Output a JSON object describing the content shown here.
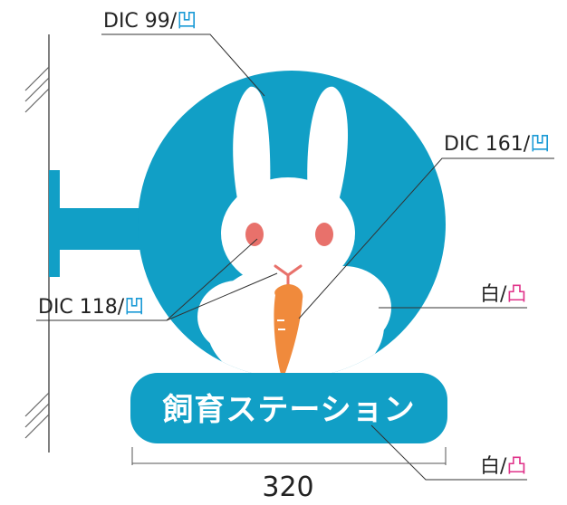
{
  "callouts": {
    "top": {
      "label": "DIC 99/",
      "mark": "凹"
    },
    "right_upper": {
      "label": "DIC 161/",
      "mark": "凹"
    },
    "left": {
      "label": "DIC 118/",
      "mark": "凹"
    },
    "right_middle": {
      "label": "白/",
      "mark": "凸"
    },
    "bottom_right": {
      "label": "白/",
      "mark": "凸"
    }
  },
  "sign": {
    "text": "飼育ステーション"
  },
  "dimension": {
    "value": "320"
  },
  "colors": {
    "dic99_blue": "#119fc6",
    "dic161_orange": "#f08a3c",
    "dic118_pink": "#e8716b",
    "white": "#ffffff",
    "concave_mark_blue": "#1a9ad6",
    "convex_mark_magenta": "#e0338a",
    "line": "#333333"
  }
}
